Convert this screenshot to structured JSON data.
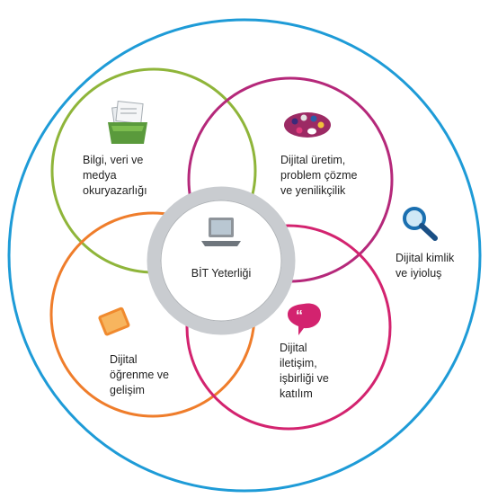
{
  "center": {
    "label": "BİT Yeterliği",
    "icon": "laptop-icon"
  },
  "areas": [
    {
      "id": "info",
      "label": "Bilgi, veri ve\nmedya\nokuryazarlığı",
      "icon": "document-tray-icon",
      "color": "#8fb53a"
    },
    {
      "id": "production",
      "label": "Dijital üretim,\nproblem çözme\nve yenilikçilik",
      "icon": "palette-icon",
      "color": "#b5287a"
    },
    {
      "id": "learning",
      "label": "Dijital\nöğrenme ve\ngelişim",
      "icon": "tablet-icon",
      "color": "#ef7d2b"
    },
    {
      "id": "communication",
      "label": "Dijital\niletişim,\nişbirliği ve\nkatılım",
      "icon": "speech-bubble-icon",
      "color": "#d3236f"
    }
  ],
  "outer": {
    "label": "Dijital kimlik\nve iyioluş",
    "icon": "magnifier-icon",
    "color": "#1e9bd7"
  },
  "colors": {
    "ring": "#c9ccd0",
    "ring_dark": "#9ea3a8"
  }
}
